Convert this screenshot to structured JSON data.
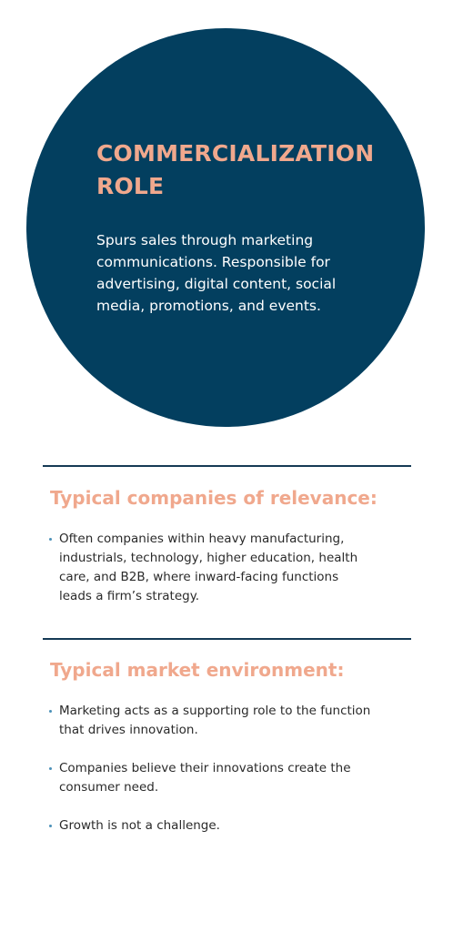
{
  "role": {
    "title_lines": [
      "COMMERCIALIZATION",
      "ROLE"
    ],
    "description_lines": [
      "Spurs sales through marketing",
      "communications. Responsible for",
      "advertising, digital content, social",
      "media, promotions, and events."
    ]
  },
  "companies": {
    "heading": "Typical companies of relevance:",
    "items": [
      {
        "lines": [
          "Often companies within heavy manufacturing,",
          "industrials, technology, higher education, health",
          "care, and B2B, where inward-facing functions",
          "leads a firm’s strategy."
        ]
      }
    ]
  },
  "market": {
    "heading": "Typical market environment:",
    "items": [
      {
        "lines": [
          "Marketing acts as a supporting role to the function",
          "that drives innovation."
        ]
      },
      {
        "lines": [
          "Companies believe their innovations create the",
          "consumer need."
        ]
      },
      {
        "lines": [
          "Growth is not a challenge."
        ]
      }
    ]
  },
  "colors": {
    "navy": "#033f5f",
    "salmon": "#f0a88d",
    "rule": "#153a55",
    "bullet": "#4a90b8"
  }
}
